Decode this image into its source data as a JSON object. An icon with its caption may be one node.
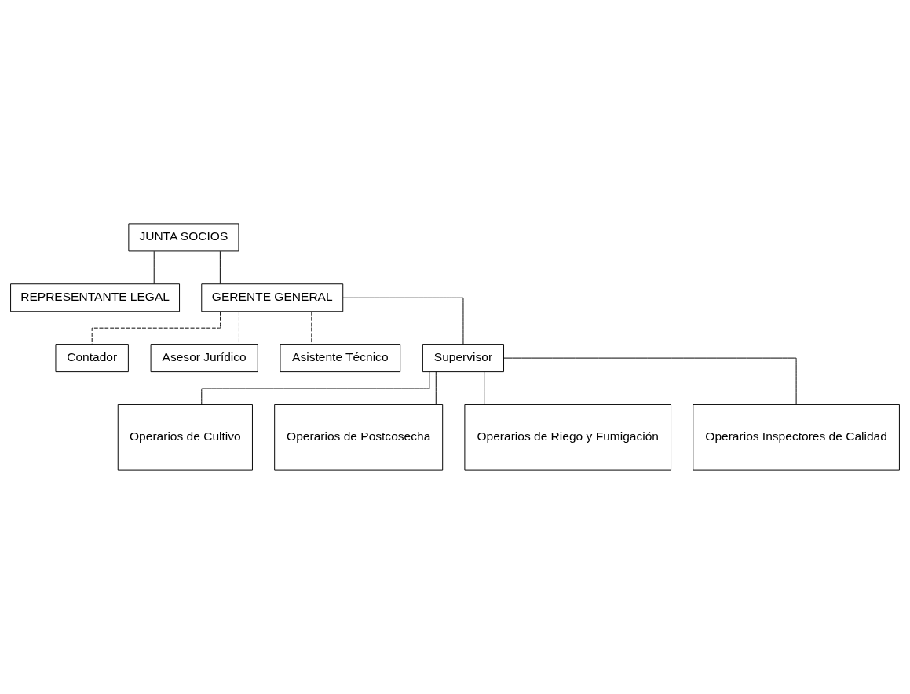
{
  "diagram": {
    "nodes": [
      {
        "text": [
          "JUNTA SOCIOS"
        ]
      },
      {
        "text": [
          "REPRESENTANTE LEGAL"
        ]
      },
      {
        "text": [
          "GERENTE GENERAL"
        ]
      },
      {
        "text": [
          "Contador"
        ]
      },
      {
        "text": [
          "Asesor Jurídico"
        ]
      },
      {
        "text": [
          "Asistente Técnico"
        ]
      },
      {
        "text": [
          "Supervisor"
        ]
      },
      {
        "text": [
          "Operarios de Cultivo"
        ]
      },
      {
        "text": [
          "Operarios de Postcosecha"
        ]
      },
      {
        "text": [
          "Operarios de Riego y Fumigación"
        ]
      },
      {
        "text": [
          "Operarios Inspectores de Calidad"
        ]
      }
    ],
    "edges": [
      {
        "from": 0,
        "to": 1,
        "arrow": "none"
      },
      {
        "from": 0,
        "to": 2,
        "arrow": "none"
      },
      {
        "from": 2,
        "to": 3,
        "arrow": "none",
        "style": "dashed"
      },
      {
        "from": 2,
        "to": 4,
        "arrow": "none",
        "style": "dashed"
      },
      {
        "from": 2,
        "to": 5,
        "arrow": "none",
        "style": "dashed"
      },
      {
        "from": 2,
        "to": 6,
        "arrow": "none"
      },
      {
        "from": 6,
        "to": 7,
        "arrow": "none"
      },
      {
        "from": 6,
        "to": 8,
        "arrow": "none"
      },
      {
        "from": 6,
        "to": 9,
        "arrow": "none"
      },
      {
        "from": 6,
        "to": 10,
        "arrow": "none"
      }
    ]
  }
}
